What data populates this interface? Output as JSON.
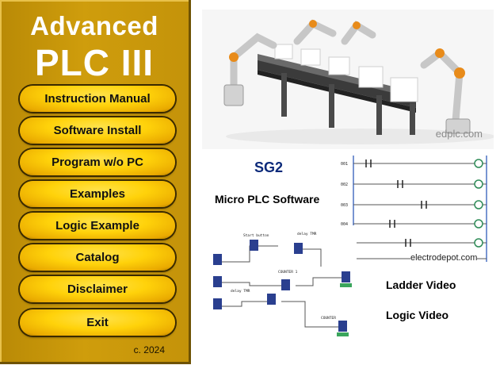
{
  "title": {
    "line1": "Advanced",
    "line2": "PLC III"
  },
  "menu": [
    {
      "label": "Instruction Manual"
    },
    {
      "label": "Software Install"
    },
    {
      "label": "Program w/o PC"
    },
    {
      "label": "Examples"
    },
    {
      "label": "Logic Example"
    },
    {
      "label": "Catalog"
    },
    {
      "label": "Disclaimer"
    },
    {
      "label": "Exit"
    }
  ],
  "copyright": "c. 2024",
  "content": {
    "robot_watermark": "edplc.com",
    "product": "SG2",
    "subtitle": "Micro PLC Software",
    "ladder_watermark": "electrodepot.com",
    "ladder_video": "Ladder Video",
    "logic_video": "Logic Video"
  },
  "colors": {
    "panel": "#c9960a",
    "button": "#ffd20a",
    "title_text": "#ffffff",
    "product_text": "#0c2a7a"
  }
}
